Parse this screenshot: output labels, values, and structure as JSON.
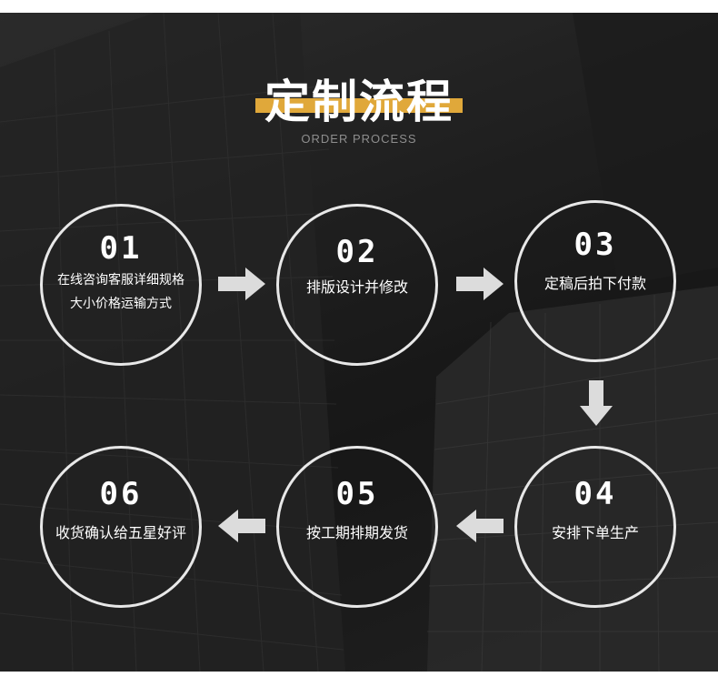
{
  "header": {
    "title": "定制流程",
    "subtitle": "ORDER PROCESS"
  },
  "steps": [
    {
      "num": "01",
      "line1": "在线咨询客服详细规格",
      "line2": "大小价格运输方式"
    },
    {
      "num": "02",
      "line1": "排版设计并修改"
    },
    {
      "num": "03",
      "line1": "定稿后拍下付款"
    },
    {
      "num": "04",
      "line1": "安排下单生产"
    },
    {
      "num": "05",
      "line1": "按工期排期发货"
    },
    {
      "num": "06",
      "line1": "收货确认给五星好评"
    }
  ],
  "colors": {
    "accent": "#e0a83a",
    "circle": "#e8e8e8",
    "arrow": "#dcdcdc"
  },
  "icons": [
    "arrow-right-icon",
    "arrow-down-icon",
    "arrow-left-icon"
  ]
}
